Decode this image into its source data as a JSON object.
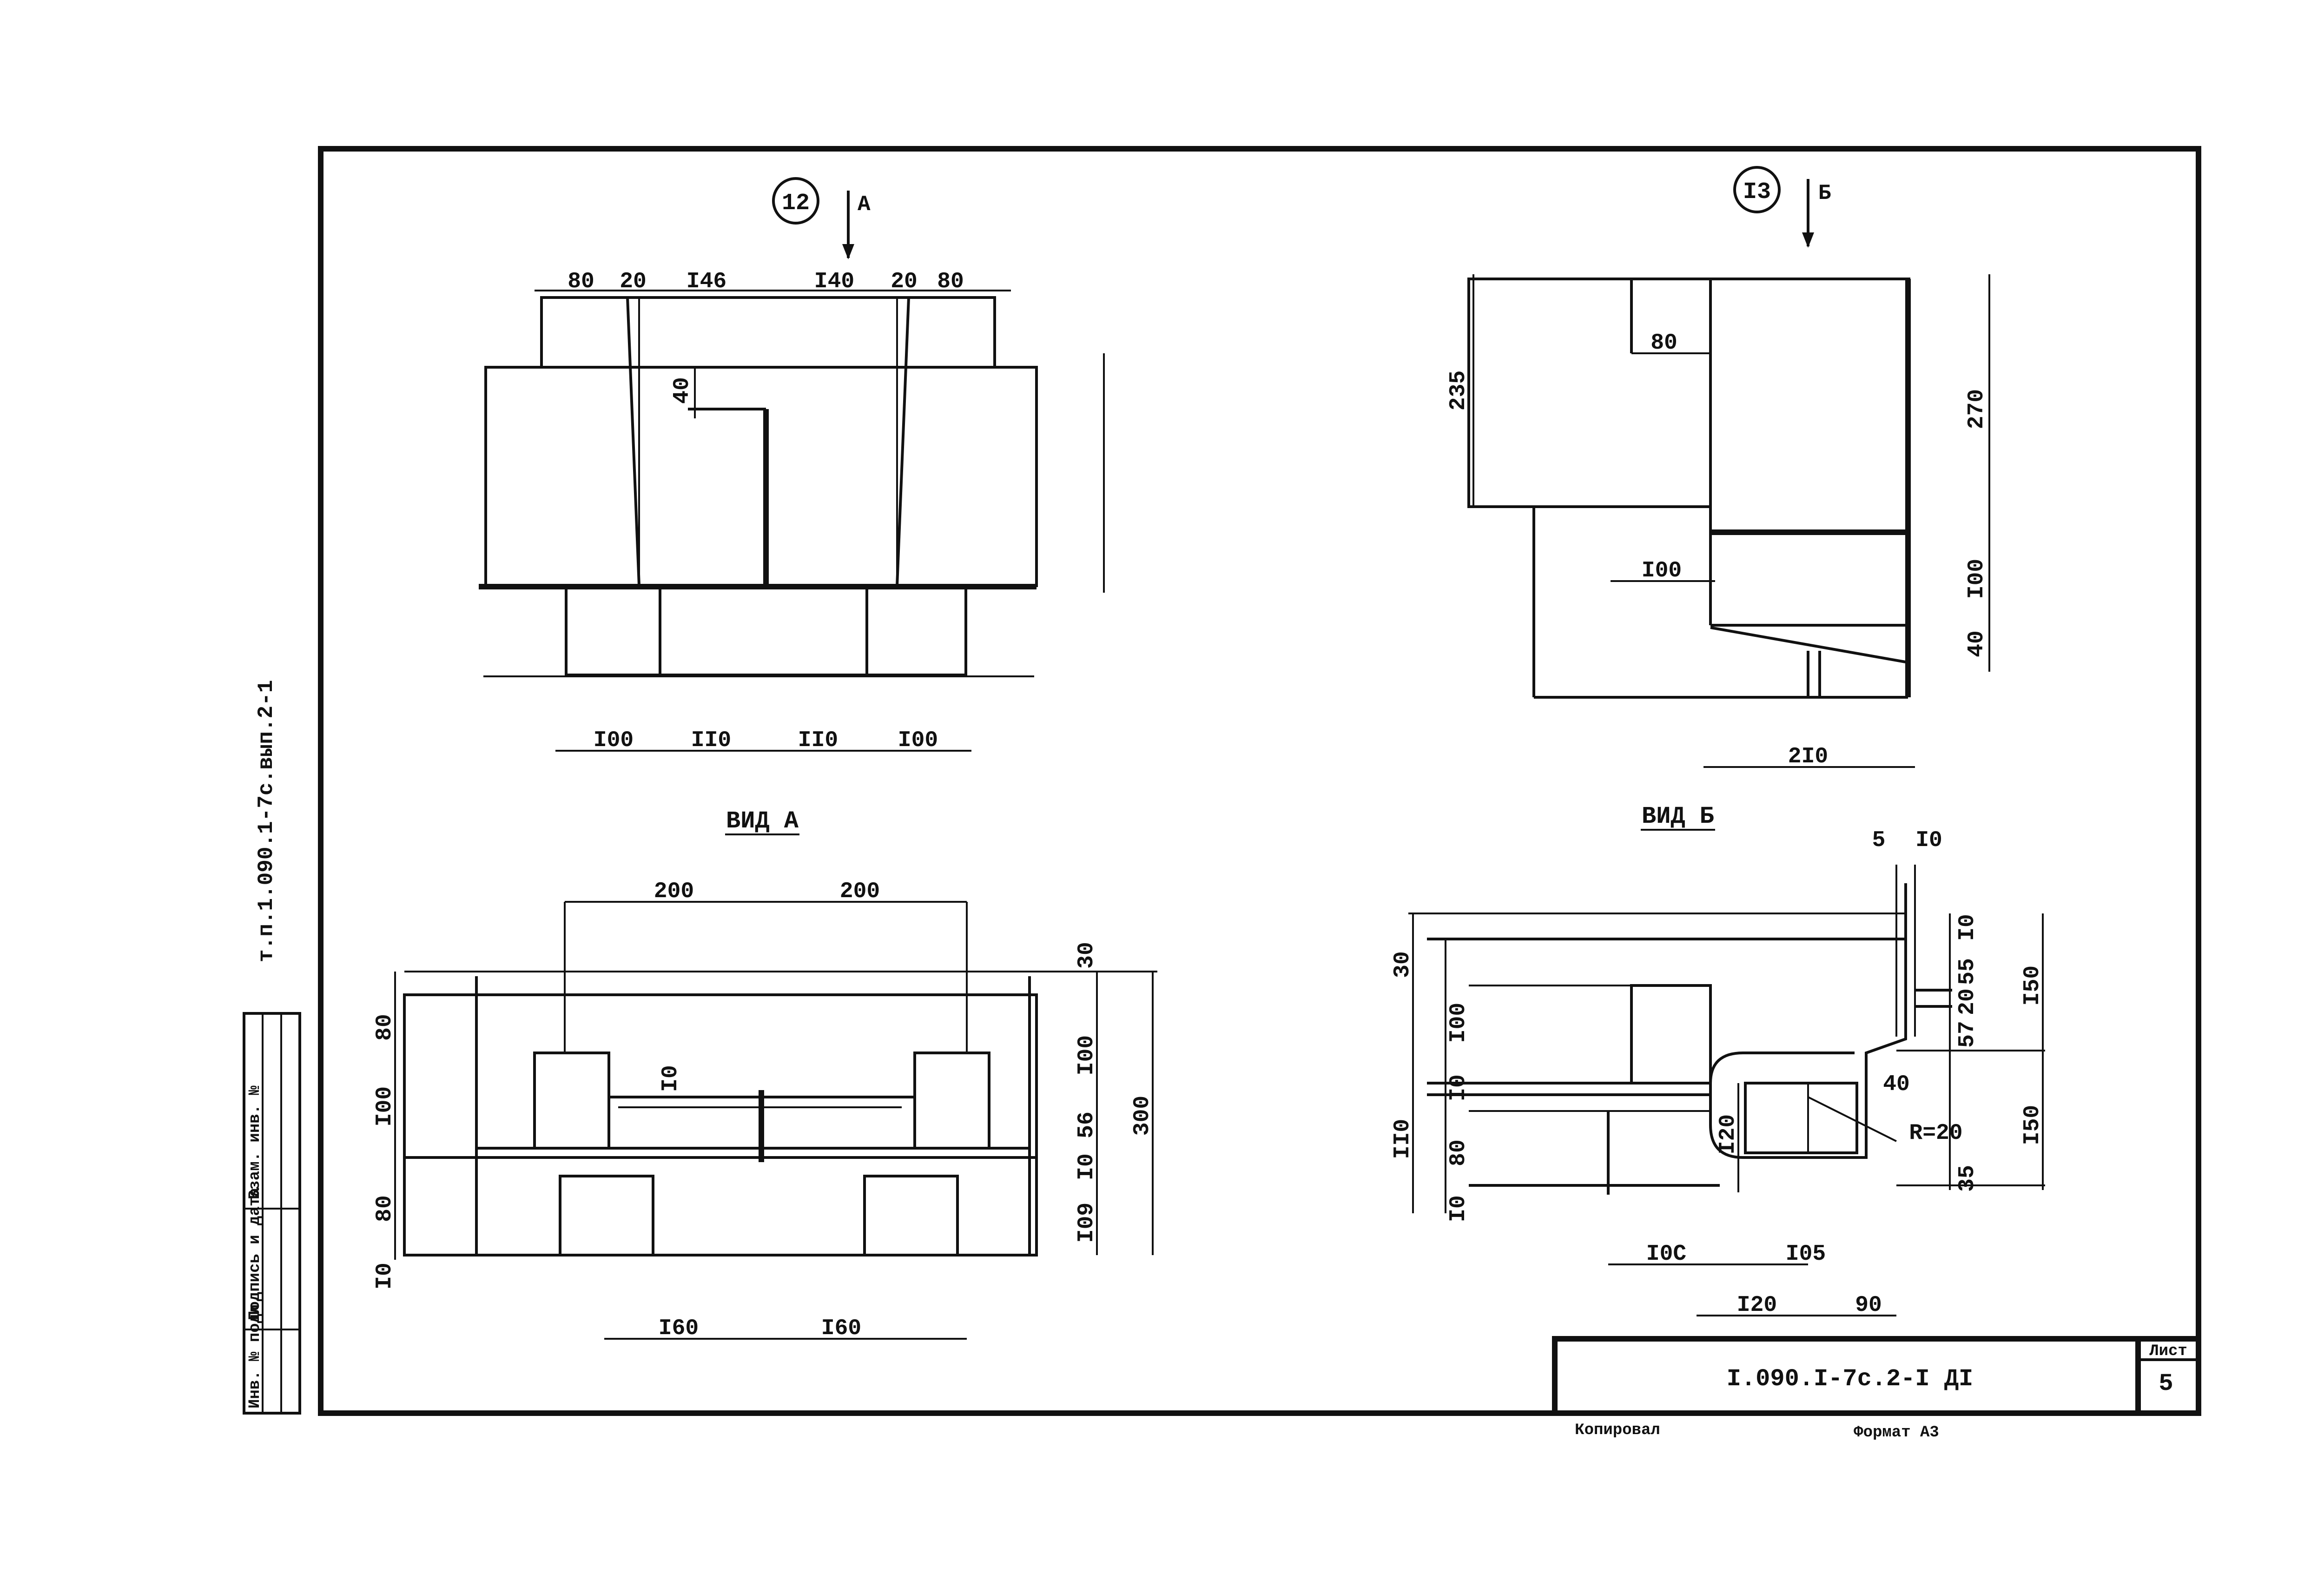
{
  "side_note": "т.п.1.090.1-7с.вып.2-1",
  "stamp": {
    "col1": "Инв. № подл.",
    "col2": "Подпись и дата",
    "col3": "Взам. инв. №"
  },
  "node12": {
    "number": "12",
    "view_letter": "А",
    "dims_top": [
      "80",
      "20",
      "I46",
      "I40",
      "20",
      "80"
    ],
    "dim_left": "40",
    "dims_bottom": [
      "I00",
      "II0",
      "II0",
      "I00"
    ]
  },
  "node13": {
    "number": "I3",
    "view_letter": "Б",
    "dim_left": "235",
    "dim_inner": "80",
    "dims_right": [
      "270",
      "I00",
      "40"
    ],
    "dim_mid": "I00",
    "dim_bottom": "2I0"
  },
  "view_a": {
    "title": "ВИД А",
    "dims_top": [
      "200",
      "200"
    ],
    "dims_right": [
      "30",
      "I00",
      "56",
      "I0",
      "I09"
    ],
    "dim_total": "300",
    "dims_left": [
      "80",
      "I00",
      "80",
      "I0"
    ],
    "dim_inner": "I0",
    "dims_bottom": [
      "I60",
      "I60"
    ]
  },
  "view_b": {
    "title": "ВИД Б",
    "dims_top": [
      "5",
      "I0"
    ],
    "dims_right": [
      "I0",
      "55",
      "20",
      "57",
      "I50",
      "I50",
      "35"
    ],
    "dims_left": [
      "30",
      "I00",
      "I0",
      "II0",
      "80",
      "I0"
    ],
    "radius": "R=20",
    "dim_40": "40",
    "dim_120v": "I20",
    "dims_bottom": [
      "I0C",
      "I05",
      "I20",
      "90"
    ]
  },
  "title_block": {
    "code": "I.090.I-7c.2-I ДI",
    "sheet_label": "Лист",
    "sheet_no": "5"
  },
  "footer": {
    "copied": "Копировал",
    "format": "Формат А3"
  }
}
